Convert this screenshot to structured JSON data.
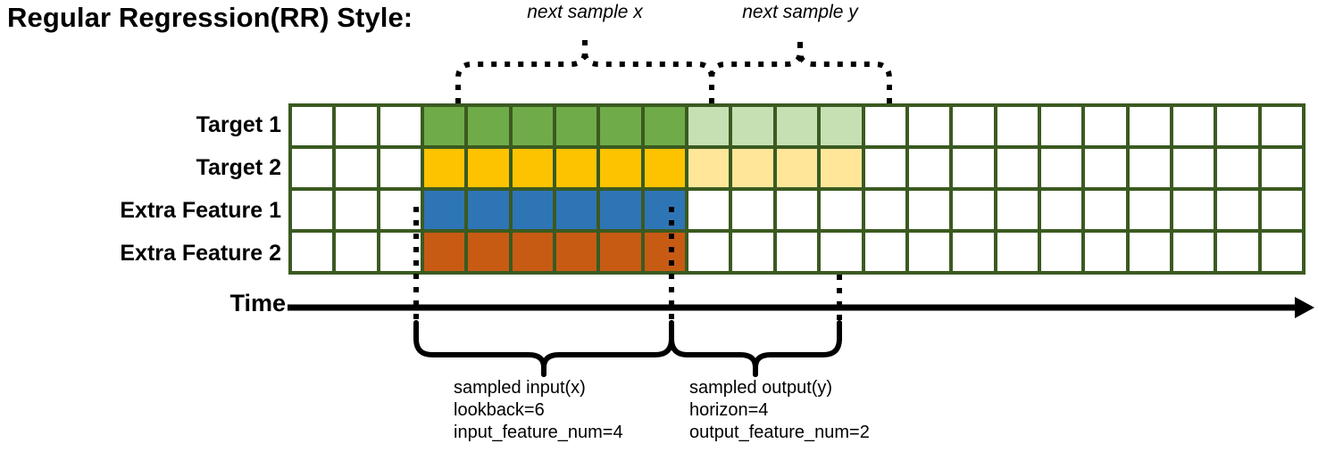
{
  "title": "Regular Regression(RR) Style:",
  "rows": [
    {
      "label": "Target 1",
      "name": "target-1"
    },
    {
      "label": "Target 2",
      "name": "target-2"
    },
    {
      "label": "Extra Feature 1",
      "name": "extra-feature-1"
    },
    {
      "label": "Extra Feature 2",
      "name": "extra-feature-2"
    }
  ],
  "grid": {
    "columns": 23,
    "rows": 4,
    "input_start_col": 3,
    "input_end_col": 9,
    "output_start_col": 9,
    "output_end_col": 13,
    "line_color": "#3B5A21",
    "empty_color": "#ffffff",
    "row_fills": [
      {
        "input": "#6FAC49",
        "output": "#C6E0B4"
      },
      {
        "input": "#FDC300",
        "output": "#FFE699"
      },
      {
        "input": "#2E75B6",
        "output": "#ffffff"
      },
      {
        "input": "#C75B14",
        "output": "#ffffff"
      }
    ]
  },
  "top_braces": [
    {
      "label": "next sample x",
      "name": "next-sample-x"
    },
    {
      "label": "next sample y",
      "name": "next-sample-y"
    }
  ],
  "time": {
    "label": "Time"
  },
  "bottom_annotations": [
    {
      "name": "sampled-input",
      "lines": [
        "sampled input(x)",
        "lookback=6",
        "input_feature_num=4"
      ]
    },
    {
      "name": "sampled-output",
      "lines": [
        "sampled output(y)",
        "horizon=4",
        "output_feature_num=2"
      ]
    }
  ],
  "colors": {
    "grid_line": "#3B5A21",
    "green": "#6FAC49",
    "light_green": "#C6E0B4",
    "yellow": "#FDC300",
    "light_yellow": "#FFE699",
    "blue": "#2E75B6",
    "orange": "#C75B14",
    "ink": "#000000"
  }
}
